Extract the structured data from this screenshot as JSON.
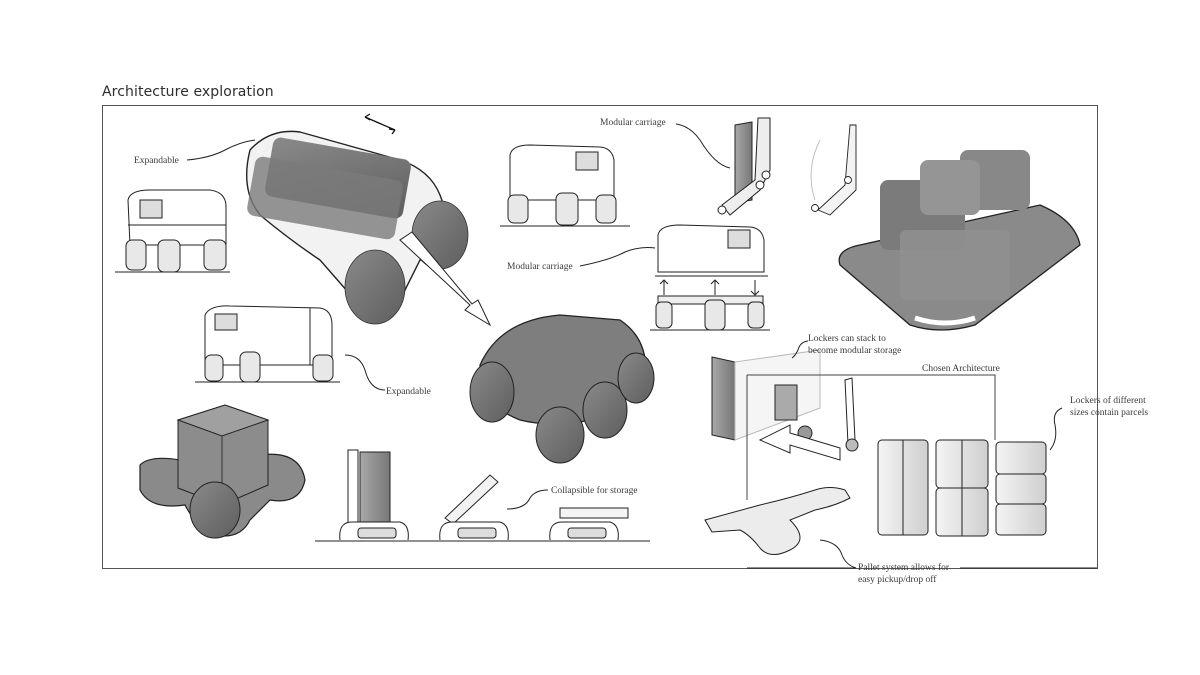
{
  "page": {
    "title": "Architecture exploration"
  },
  "annotations": {
    "expandable_top": "Expandable",
    "modular_carriage_top": "Modular carriage",
    "modular_carriage_mid": "Modular carriage",
    "expandable_bottom": "Expandable",
    "collapsible": "Collapsible for storage",
    "lockers_stack_line1": "Lockers can stack to",
    "lockers_stack_line2": "become modular storage",
    "chosen_architecture": "Chosen Architecture",
    "lockers_sizes_line1": "Lockers of different",
    "lockers_sizes_line2": "sizes contain parcels",
    "pallet_line1": "Pallet system allows for",
    "pallet_line2": "easy pickup/drop off"
  },
  "colors": {
    "frame": "#555555",
    "sketch_line": "#222222",
    "shade_dark": "#6e6e6e",
    "shade_mid": "#8c8c8c",
    "shade_light": "#d9d9d9"
  }
}
